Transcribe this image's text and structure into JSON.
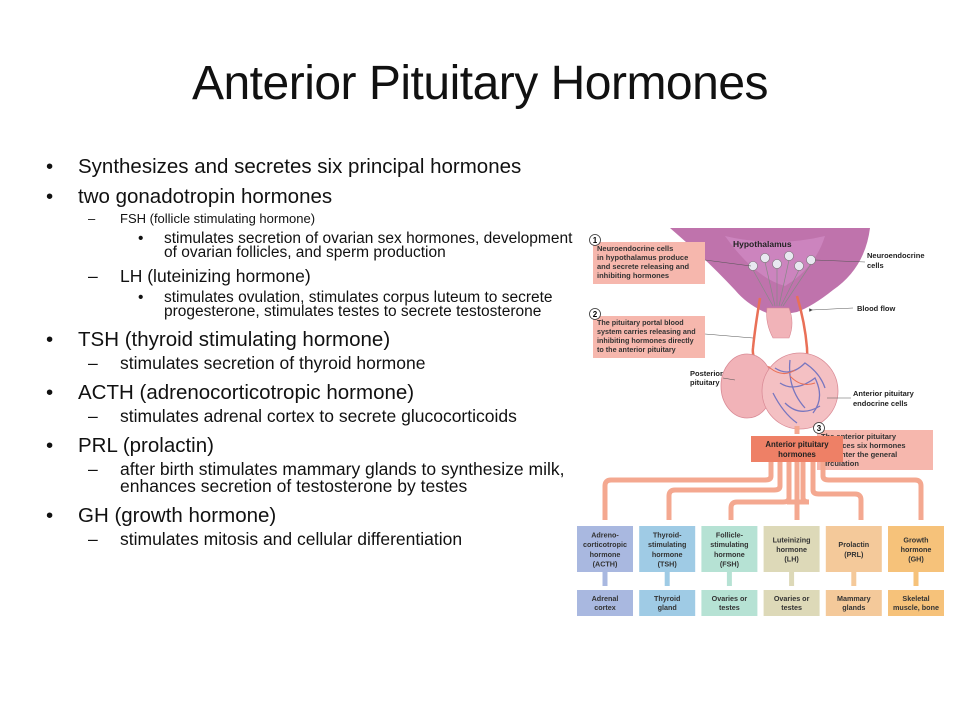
{
  "title": "Anterior Pituitary Hormones",
  "bullets": {
    "b1": "Synthesizes and secretes six principal hormones",
    "b2": "two gonadotropin hormones",
    "b2_fsh": "FSH (follicle stimulating hormone)",
    "b2_fsh_desc": "stimulates secretion of ovarian sex hormones, development of ovarian follicles, and sperm production",
    "b2_lh": "LH (luteinizing hormone)",
    "b2_lh_desc": "stimulates ovulation, stimulates corpus luteum to secrete progesterone, stimulates testes to secrete testosterone",
    "b3": "TSH (thyroid stimulating hormone)",
    "b3_desc": "stimulates secretion of thyroid hormone",
    "b4": "ACTH (adrenocorticotropic hormone)",
    "b4_desc": "stimulates adrenal cortex to secrete glucocorticoids",
    "b5": "PRL (prolactin)",
    "b5_desc": "after birth stimulates mammary glands to synthesize milk, enhances secretion of testosterone by testes",
    "b6": "GH (growth hormone)",
    "b6_desc": "stimulates mitosis and cellular differentiation"
  },
  "diagram": {
    "step1_num": "1",
    "step1_line1": "Neuroendocrine cells",
    "step1_line2": "in hypothalamus produce",
    "step1_line3": "and secrete releasing and",
    "step1_line4": "inhibiting hormones",
    "step2_num": "2",
    "step2_line1": "The pituitary portal blood",
    "step2_line2": "system carries releasing and",
    "step2_line3": "inhibiting hormones directly",
    "step2_line4": "to the anterior pituitary",
    "step3_num": "3",
    "step3_line1": "The anterior pituitary",
    "step3_line2": "produces six hormones",
    "step3_line3": "that enter the general",
    "step3_line4": "circulation",
    "hypothalamus": "Hypothalamus",
    "neuro_line1": "Neuroendocrine",
    "neuro_line2": "cells",
    "blood_flow": "Blood flow",
    "posterior_line1": "Posterior",
    "posterior_line2": "pituitary",
    "anterior_cells_line1": "Anterior pituitary",
    "anterior_cells_line2": "endocrine cells",
    "hub_line1": "Anterior pituitary",
    "hub_line2": "hormones",
    "hormones": [
      {
        "l1": "Adreno-",
        "l2": "corticotropic",
        "l3": "hormone",
        "l4": "(ACTH)",
        "t1": "Adrenal",
        "t2": "cortex"
      },
      {
        "l1": "Thyroid-",
        "l2": "stimulating",
        "l3": "hormone",
        "l4": "(TSH)",
        "t1": "Thyroid",
        "t2": "gland"
      },
      {
        "l1": "Follicle-",
        "l2": "stimulating",
        "l3": "hormone",
        "l4": "(FSH)",
        "t1": "Ovaries or",
        "t2": "testes"
      },
      {
        "l1": "Luteinizing",
        "l2": "hormone",
        "l3": "(LH)",
        "l4": "",
        "t1": "Ovaries or",
        "t2": "testes"
      },
      {
        "l1": "Prolactin",
        "l2": "(PRL)",
        "l3": "",
        "l4": "",
        "t1": "Mammary",
        "t2": "glands"
      },
      {
        "l1": "Growth",
        "l2": "hormone",
        "l3": "(GH)",
        "l4": "",
        "t1": "Skeletal",
        "t2": "muscle, bone"
      }
    ],
    "colors": {
      "callout": "#f6b7ad",
      "hub": "#ee8066",
      "arrow": "#f4a890",
      "hypothalamus": "#b45a9e",
      "pituitary": "#f1b3b8",
      "vessel": "#e97057",
      "capillary": "#6b6fbf",
      "acth": "#a9b8e0",
      "tsh": "#9fcbe5",
      "fsh": "#b6e2d4",
      "lh": "#ddd9b8",
      "prl": "#f4c99a",
      "gh": "#f6c27a"
    }
  }
}
